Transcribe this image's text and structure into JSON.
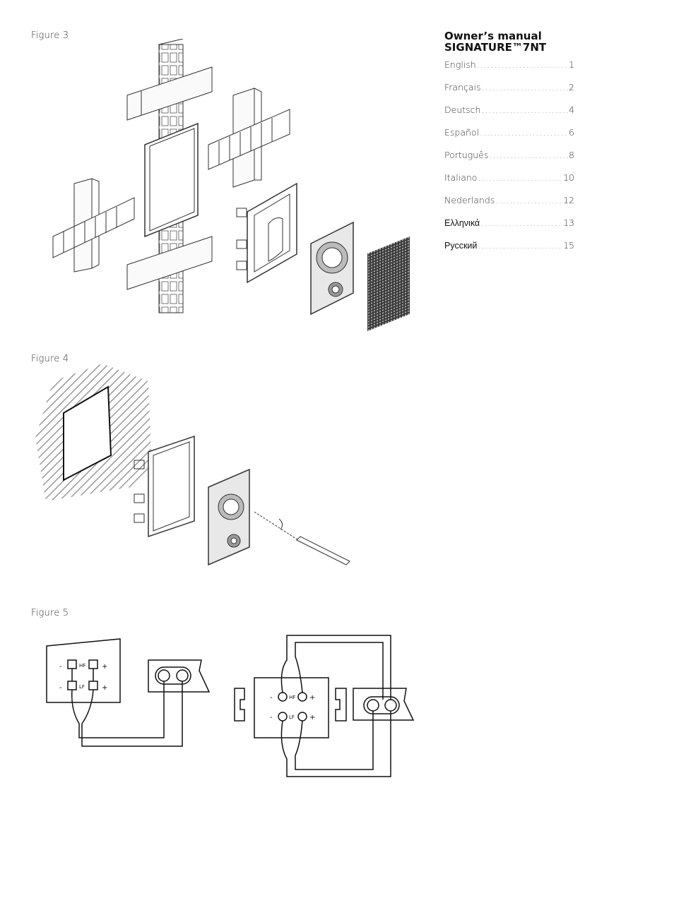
{
  "figures": {
    "fig3_label": "Figure 3",
    "fig4_label": "Figure 4",
    "fig5_label": "Figure 5"
  },
  "manual": {
    "title_line1": "Owner’s manual",
    "title_line2": "SIGNATURE™7NT"
  },
  "toc": [
    {
      "lang": "English",
      "page": "1"
    },
    {
      "lang": "Français",
      "page": "2"
    },
    {
      "lang": "Deutsch",
      "page": "4"
    },
    {
      "lang": "Español",
      "page": "6"
    },
    {
      "lang": "Português",
      "page": "8"
    },
    {
      "lang": "Italiano",
      "page": "10"
    },
    {
      "lang": "Nederlands",
      "page": "12"
    },
    {
      "lang": "Ελληνικά",
      "page": "13"
    },
    {
      "lang": "Русский",
      "page": "15"
    }
  ],
  "wiring_labels": {
    "hf": "HF",
    "lf": "LF",
    "plus": "+",
    "minus": "-"
  }
}
